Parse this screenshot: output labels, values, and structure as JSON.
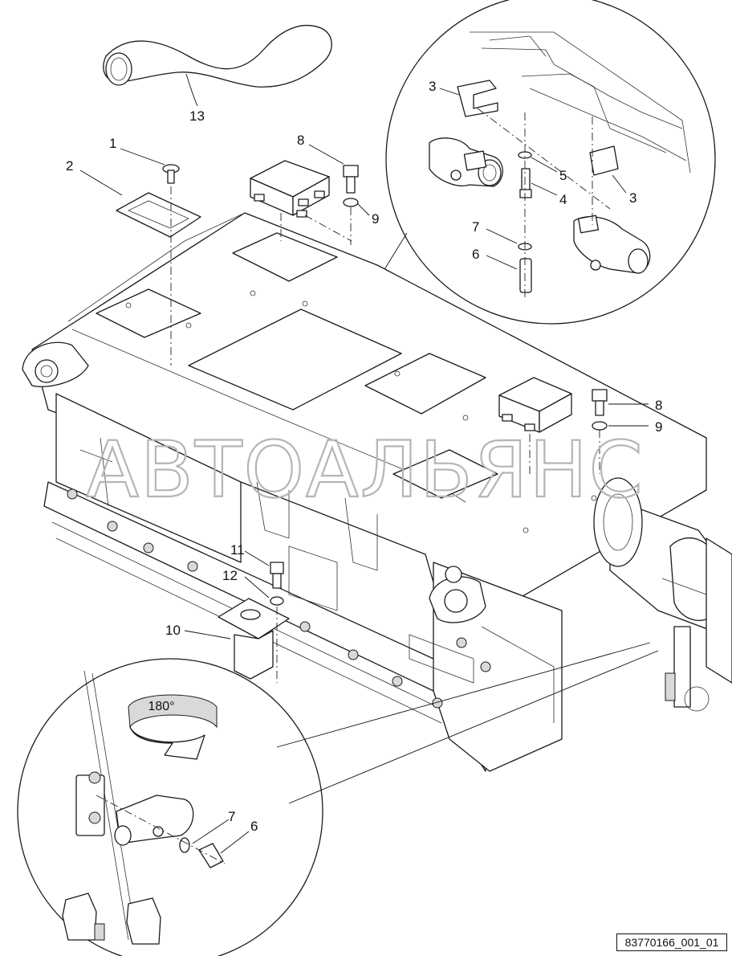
{
  "callouts": {
    "c13": "13",
    "c1": "1",
    "c2": "2",
    "c8": "8",
    "c9": "9",
    "c3a": "3",
    "c3b": "3",
    "c5": "5",
    "c4": "4",
    "c7a": "7",
    "c6a": "6",
    "c8b": "8",
    "c9b": "9",
    "c11": "11",
    "c12": "12",
    "c10": "10",
    "c7b": "7",
    "c6b": "6"
  },
  "rotation_label": "180°",
  "watermark": "АВТОАЛЬЯНС",
  "document_id": "83770166_001_01"
}
